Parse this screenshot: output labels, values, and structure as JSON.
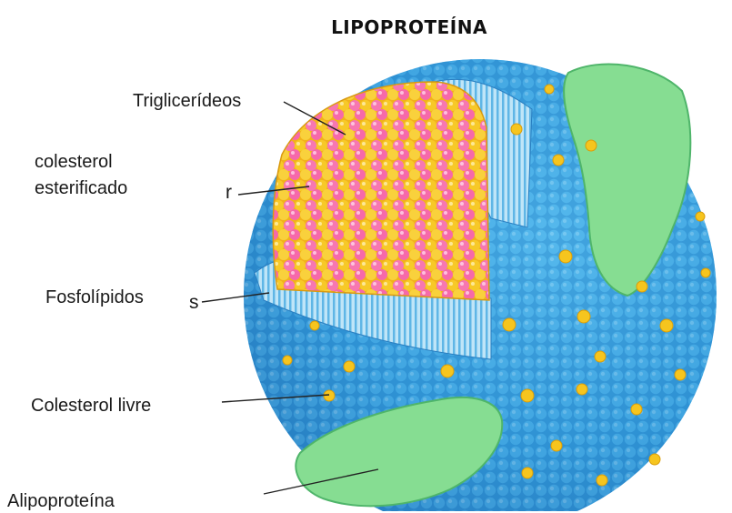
{
  "title": "LIPOPROTEÍNA",
  "labels": {
    "triglycerides": "Triglicerídeos",
    "esterified_line1": "colesterol",
    "esterified_line2": "esterificado",
    "phospholipids": "Fosfolípidos",
    "free_cholesterol": "Colesterol livre",
    "apolipoprotein": "Alipoproteína"
  },
  "label_fragments": {
    "esterified_tail": "r",
    "phospholipids_tail": "s"
  },
  "colors": {
    "sphere_blue": "#3aa0dc",
    "sphere_dark": "#1d6fb0",
    "core_pink": "#f06aa8",
    "core_yellow": "#f4c21c",
    "protein_green": "#7ed98a",
    "cholesterol_yellow": "#f6c51e",
    "stripe_blue": "#9fd3f0"
  }
}
